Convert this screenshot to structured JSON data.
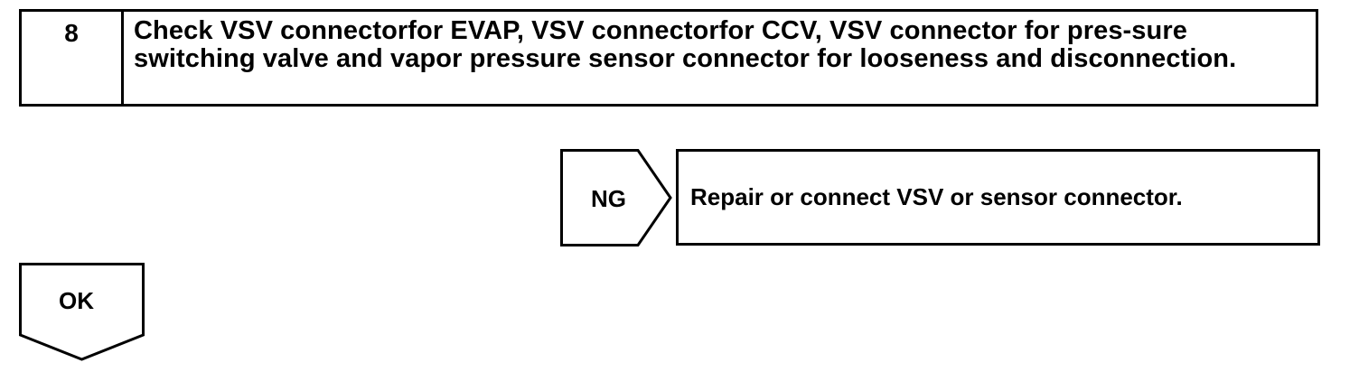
{
  "step": {
    "number": "8",
    "title": "Check VSV connectorfor EVAP, VSV connectorfor CCV, VSV connector for pres-sure switching valve and vapor pressure sensor connector for looseness and disconnection."
  },
  "ng_branch": {
    "label": "NG",
    "action": "Repair or connect VSV or sensor connector."
  },
  "ok_branch": {
    "label": "OK"
  }
}
